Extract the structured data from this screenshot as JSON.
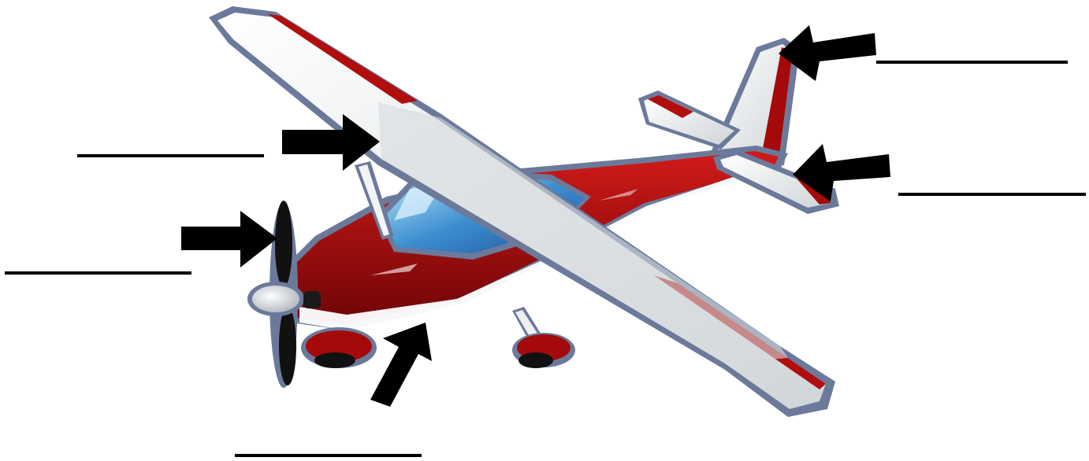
{
  "diagram": {
    "subject": "airplane-parts-labeling",
    "colors": {
      "outline": "#6b7a9b",
      "wing_white": "#e4e8ea",
      "trim_red": "#b10e0e",
      "fuselage_red": "#9e0a0a",
      "glass_blue": "#4da7d8",
      "arrow": "#000000",
      "line": "#000000"
    },
    "labels": [
      {
        "part": "vertical-stabilizer",
        "answer": ""
      },
      {
        "part": "horizontal-stabilizer",
        "answer": ""
      },
      {
        "part": "wing",
        "answer": ""
      },
      {
        "part": "propeller",
        "answer": ""
      },
      {
        "part": "landing-gear",
        "answer": ""
      }
    ]
  }
}
